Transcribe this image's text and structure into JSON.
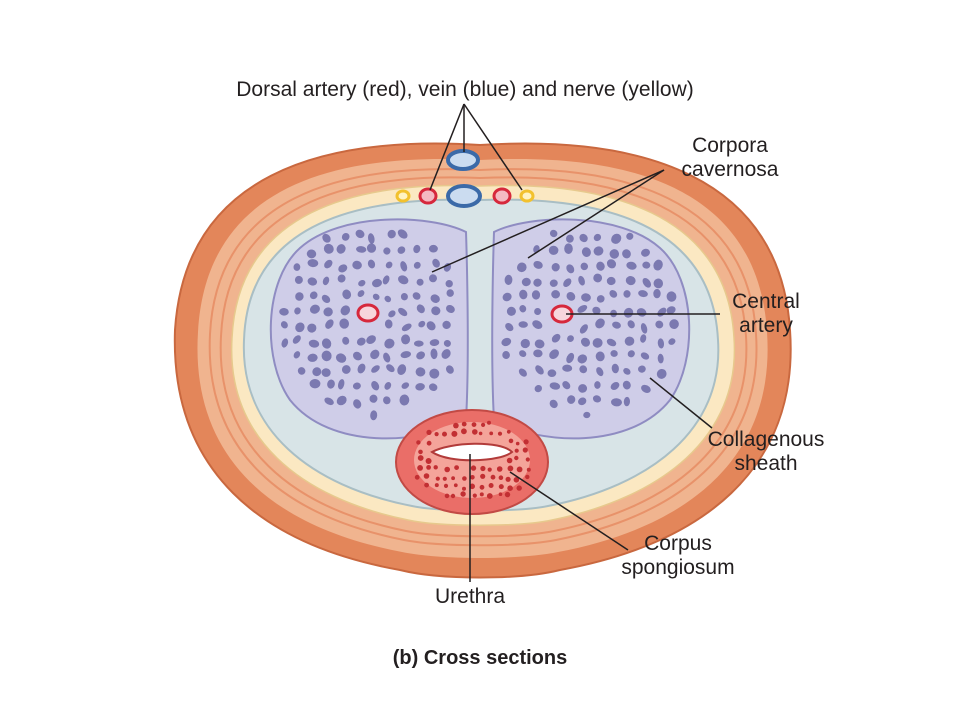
{
  "labels": {
    "dorsal": "Dorsal artery (red), vein (blue) and nerve (yellow)",
    "corpora_line1": "Corpora",
    "corpora_line2": "cavernosa",
    "central_line1": "Central",
    "central_line2": "artery",
    "collagenous_line1": "Collagenous",
    "collagenous_line2": "sheath",
    "spongiosum_line1": "Corpus",
    "spongiosum_line2": "spongiosum",
    "urethra": "Urethra"
  },
  "caption": "(b) Cross sections",
  "colors": {
    "skin_outer": "#e3865a",
    "skin_band": "#f0b48f",
    "fascia": "#fbe8c2",
    "sheath": "#d8e4e7",
    "cavernosa_fill": "#cfcde8",
    "cavernosa_spaces": "#6c6aa6",
    "spongiosum_fill": "#ea6e68",
    "artery": "#d6283c",
    "vein": "#3b6aa8",
    "nerve": "#f2c12e",
    "leader": "#231f20"
  }
}
